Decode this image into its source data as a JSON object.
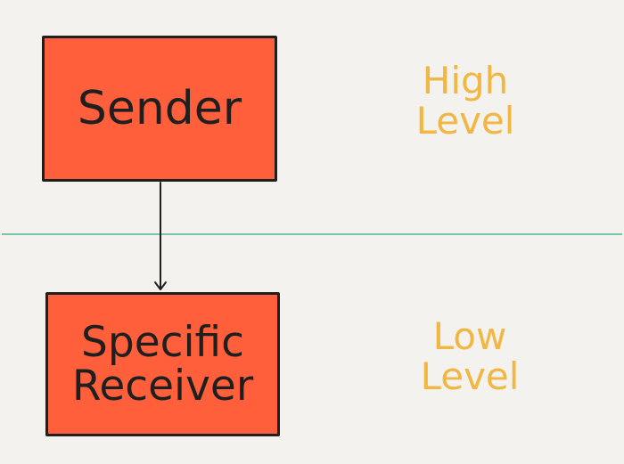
{
  "diagram": {
    "nodes": [
      {
        "id": "sender",
        "label": "Sender"
      },
      {
        "id": "receiver",
        "label": "Specific\nReceiver"
      }
    ],
    "edges": [
      {
        "from": "sender",
        "to": "receiver",
        "directed": true
      }
    ],
    "levels": [
      {
        "label": "High\nLevel"
      },
      {
        "label": "Low\nLevel"
      }
    ]
  },
  "colors": {
    "background": "#f3f2ee",
    "box_fill": "#ff5f3a",
    "box_border": "#1f1f1f",
    "divider": "#7cc5ad",
    "level_text": "#f2b743",
    "arrow": "#1f1f1f"
  }
}
